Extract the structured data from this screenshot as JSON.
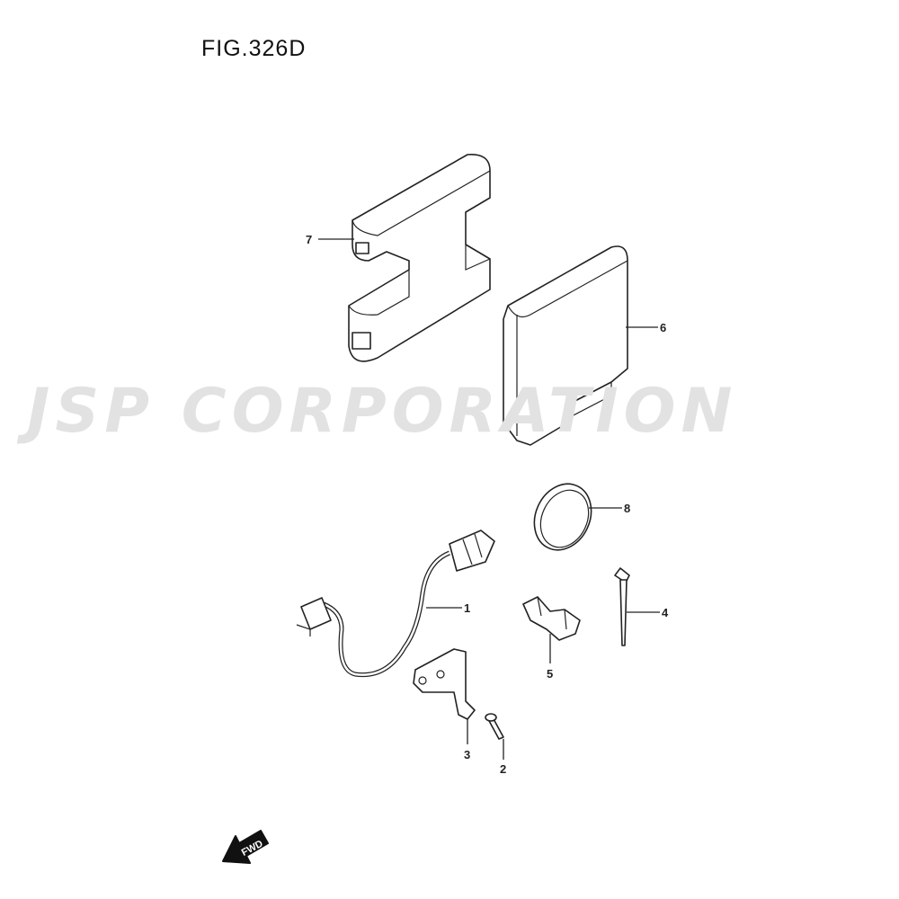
{
  "figure": {
    "title": "FIG.326D"
  },
  "watermark": "JSP CORPORATION",
  "callouts": [
    "1",
    "2",
    "3",
    "4",
    "5",
    "6",
    "7",
    "8"
  ],
  "direction_arrow": {
    "label": "FWD",
    "icon": "fwd-arrow-icon"
  }
}
